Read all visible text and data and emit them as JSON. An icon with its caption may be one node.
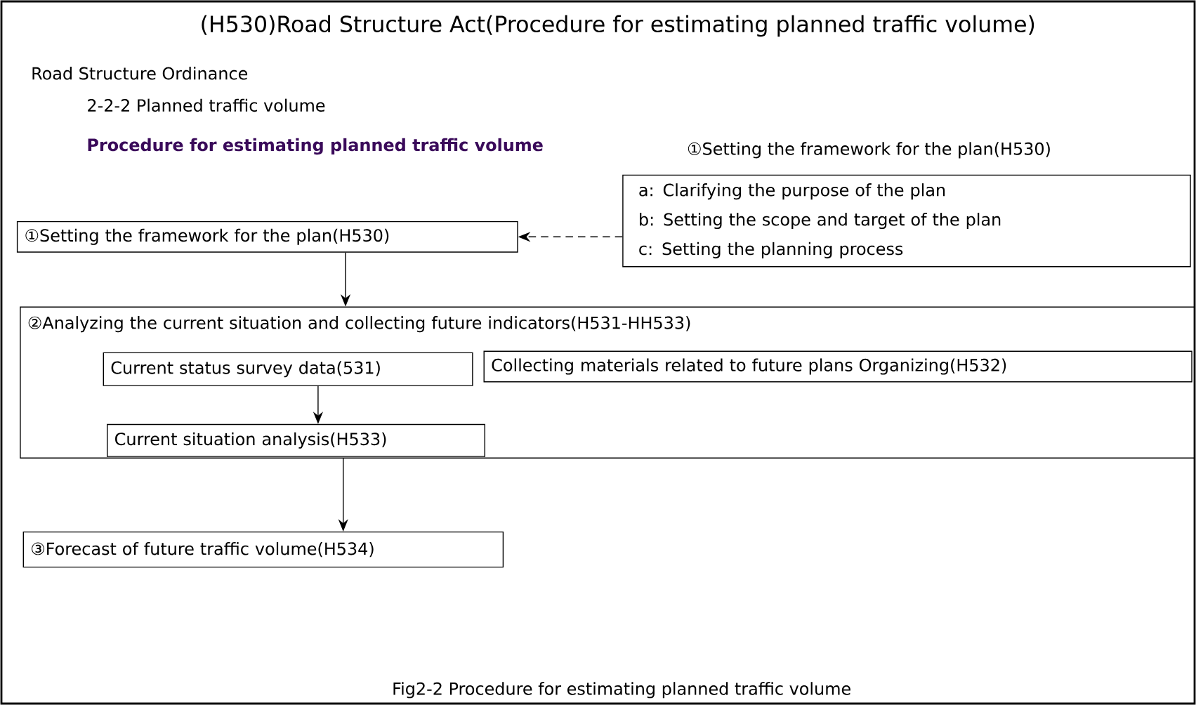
{
  "diagram": {
    "title": "(H530)Road Structure Act(Procedure for estimating planned traffic volume)",
    "caption": "Fig2-2 Procedure for estimating planned traffic volume",
    "labels": [
      "Road Structure Ordinance",
      "2-2-2 Planned traffic volume",
      "Procedure for estimating planned traffic volume"
    ],
    "nodes": [
      {
        "text": [
          "①Setting the framework for the plan(H530)"
        ]
      },
      {
        "text": [
          "①Setting the framework for the plan(H530)",
          "a: Clarifying the purpose of the plan",
          "b: Setting the scope and target of the plan",
          "c: Setting the planning process"
        ]
      },
      {
        "text": [
          "②Analyzing the current situation and collecting future indicators(H531-HH533)"
        ]
      },
      {
        "text": [
          "Current status survey data(531)"
        ],
        "in": 2
      },
      {
        "text": [
          "Collecting materials related to future plans Organizing(H532)"
        ],
        "in": 2
      },
      {
        "text": [
          "Current situation analysis(H533)"
        ],
        "in": 2
      },
      {
        "text": [
          "③Forecast of future traffic volume(H534)"
        ]
      }
    ],
    "edges": [
      {
        "from": 1,
        "to": 0,
        "arrow": "to",
        "style": "dashed"
      },
      {
        "from": 0,
        "to": 2,
        "arrow": "to"
      },
      {
        "from": 3,
        "to": 5,
        "arrow": "to"
      },
      {
        "from": 2,
        "to": 6,
        "arrow": "to"
      }
    ]
  }
}
